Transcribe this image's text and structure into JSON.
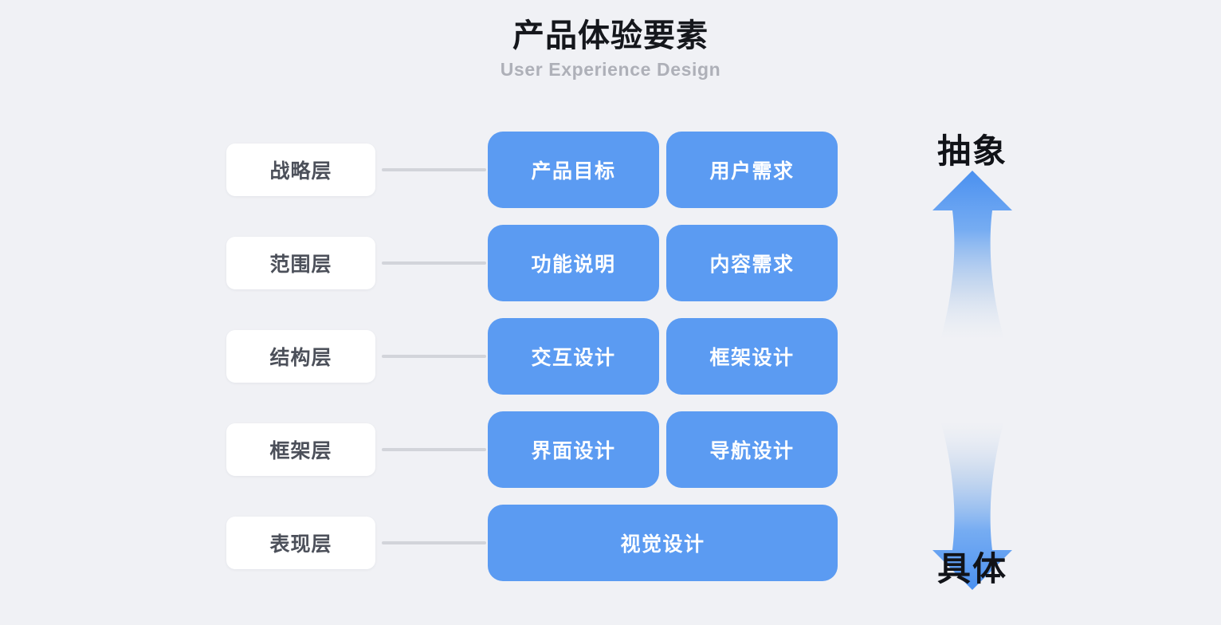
{
  "header": {
    "title": "产品体验要素",
    "subtitle": "User Experience Design"
  },
  "colors": {
    "background": "#F0F1F5",
    "card_blue": "#5B9BF2",
    "label_card": "#FFFFFF",
    "label_text": "#4C505A",
    "connector": "#D2D4DA",
    "title_text": "#15171C",
    "subtitle_text": "#AEB0B8",
    "axis_text": "#111318"
  },
  "layers": [
    {
      "label": "战略层",
      "elements": [
        "产品目标",
        "用户需求"
      ]
    },
    {
      "label": "范围层",
      "elements": [
        "功能说明",
        "内容需求"
      ]
    },
    {
      "label": "结构层",
      "elements": [
        "交互设计",
        "框架设计"
      ]
    },
    {
      "label": "框架层",
      "elements": [
        "界面设计",
        "导航设计"
      ]
    },
    {
      "label": "表现层",
      "elements": [
        "视觉设计"
      ]
    }
  ],
  "axis": {
    "top_label": "抽象",
    "bottom_label": "具体",
    "up_arrow_icon": "arrow-up-icon",
    "down_arrow_icon": "arrow-down-icon"
  }
}
